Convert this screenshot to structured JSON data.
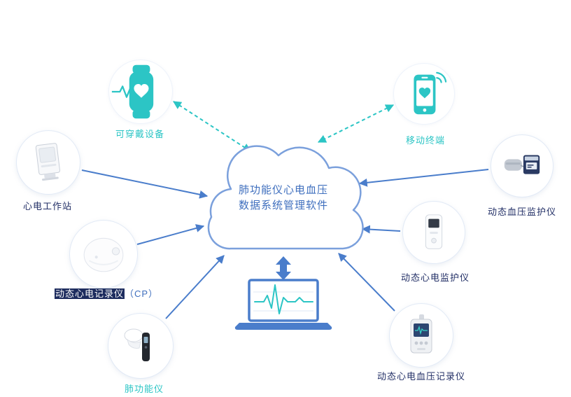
{
  "cloud": {
    "line1": "肺功能仪心电血压",
    "line2": "数据系统管理软件"
  },
  "nodes": {
    "wearable": {
      "label": "可穿戴设备",
      "icon": "smartwatch-icon"
    },
    "mobile": {
      "label": "移动终端",
      "icon": "smartphone-icon"
    },
    "ecg_workstation": {
      "label": "心电工作站",
      "icon": "ecg-workstation-icon"
    },
    "cp_recorder": {
      "label": "动态心电记录仪",
      "suffix": "（CP）",
      "icon": "holter-recorder-icon"
    },
    "pulmonary": {
      "label": "肺功能仪",
      "icon": "spirometer-icon"
    },
    "bp_monitor": {
      "label": "动态血压监护仪",
      "icon": "bp-monitor-icon"
    },
    "ecg_monitor": {
      "label": "动态心电监护仪",
      "icon": "ecg-monitor-icon"
    },
    "ecg_bp_recorder": {
      "label": "动态心电血压记录仪",
      "icon": "ecg-bp-recorder-icon"
    }
  },
  "terminal": {
    "icon": "laptop-icon"
  },
  "colors": {
    "teal": "#2cc5c5",
    "blue": "#4a7dcb",
    "navy": "#222f66",
    "cloud_stroke": "#7ba0dc",
    "cloud_text": "#3f6fbe",
    "highlight_bg": "#1d2c5e"
  }
}
